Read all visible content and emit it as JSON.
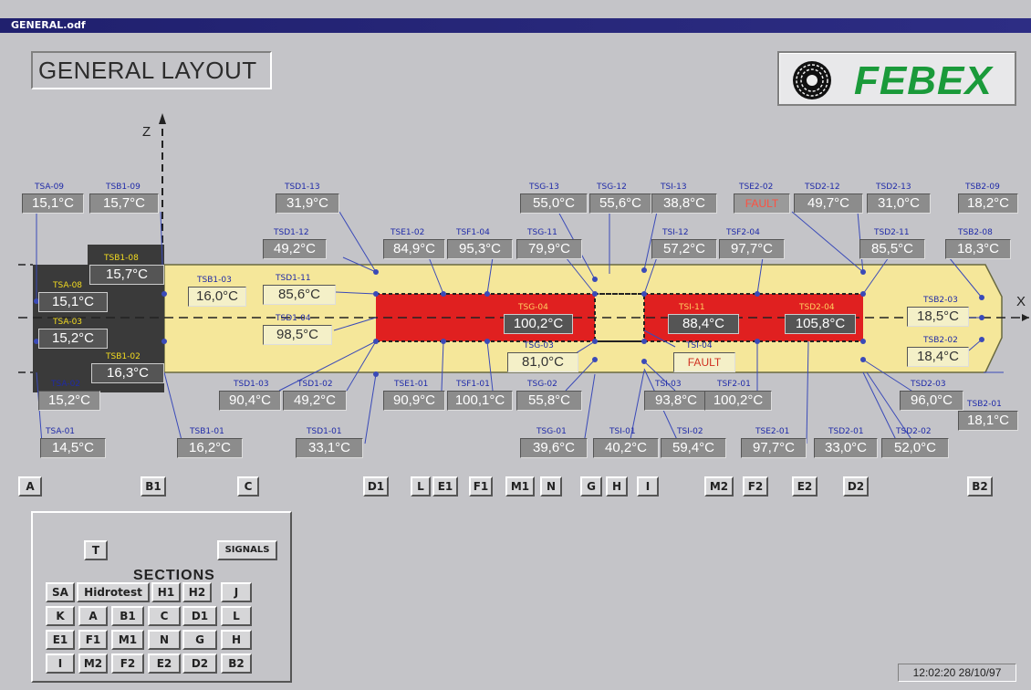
{
  "window": {
    "title": "GENERAL.odf"
  },
  "layout_title": "GENERAL LAYOUT",
  "logo_text": "FEBEX",
  "axes": {
    "z": "Z",
    "x": "X"
  },
  "sensors": [
    {
      "id": "tsa09",
      "label": "TSA-09",
      "value": "15,1°C"
    },
    {
      "id": "tsb109",
      "label": "TSB1-09",
      "value": "15,7°C"
    },
    {
      "id": "tsd113",
      "label": "TSD1-13",
      "value": "31,9°C"
    },
    {
      "id": "tsg13",
      "label": "TSG-13",
      "value": "55,0°C"
    },
    {
      "id": "tsg12",
      "label": "TSG-12",
      "value": "55,6°C"
    },
    {
      "id": "tsi13",
      "label": "TSI-13",
      "value": "38,8°C"
    },
    {
      "id": "tse202",
      "label": "TSE2-02",
      "value": "FAULT"
    },
    {
      "id": "tsd212",
      "label": "TSD2-12",
      "value": "49,7°C"
    },
    {
      "id": "tsd213",
      "label": "TSD2-13",
      "value": "31,0°C"
    },
    {
      "id": "tsb209",
      "label": "TSB2-09",
      "value": "18,2°C"
    },
    {
      "id": "tsd112",
      "label": "TSD1-12",
      "value": "49,2°C"
    },
    {
      "id": "tse102",
      "label": "TSE1-02",
      "value": "84,9°C"
    },
    {
      "id": "tsf104",
      "label": "TSF1-04",
      "value": "95,3°C"
    },
    {
      "id": "tsg11",
      "label": "TSG-11",
      "value": "79,9°C"
    },
    {
      "id": "tsi12",
      "label": "TSI-12",
      "value": "57,2°C"
    },
    {
      "id": "tsf204",
      "label": "TSF2-04",
      "value": "97,7°C"
    },
    {
      "id": "tsd211",
      "label": "TSD2-11",
      "value": "85,5°C"
    },
    {
      "id": "tsb208",
      "label": "TSB2-08",
      "value": "18,3°C"
    },
    {
      "id": "tsb108",
      "label": "TSB1-08",
      "value": "15,7°C"
    },
    {
      "id": "tsa08",
      "label": "TSA-08",
      "value": "15,1°C"
    },
    {
      "id": "tsb103",
      "label": "TSB1-03",
      "value": "16,0°C"
    },
    {
      "id": "tsd111",
      "label": "TSD1-11",
      "value": "85,6°C"
    },
    {
      "id": "tsa03",
      "label": "TSA-03",
      "value": "15,2°C"
    },
    {
      "id": "tsd104",
      "label": "TSD1-04",
      "value": "98,5°C"
    },
    {
      "id": "tsg04",
      "label": "TSG-04",
      "value": "100,2°C"
    },
    {
      "id": "tsi11",
      "label": "TSI-11",
      "value": "88,4°C"
    },
    {
      "id": "tsd204",
      "label": "TSD2-04",
      "value": "105,8°C"
    },
    {
      "id": "tsb203",
      "label": "TSB2-03",
      "value": "18,5°C"
    },
    {
      "id": "tsb102",
      "label": "TSB1-02",
      "value": "16,3°C"
    },
    {
      "id": "tsg03",
      "label": "TSG-03",
      "value": "81,0°C"
    },
    {
      "id": "tsi04",
      "label": "TSI-04",
      "value": "FAULT"
    },
    {
      "id": "tsb202",
      "label": "TSB2-02",
      "value": "18,4°C"
    },
    {
      "id": "tsa02",
      "label": "TSA-02",
      "value": "15,2°C"
    },
    {
      "id": "tsd103",
      "label": "TSD1-03",
      "value": "90,4°C"
    },
    {
      "id": "tsd102",
      "label": "TSD1-02",
      "value": "49,2°C"
    },
    {
      "id": "tse101",
      "label": "TSE1-01",
      "value": "90,9°C"
    },
    {
      "id": "tsf101",
      "label": "TSF1-01",
      "value": "100,1°C"
    },
    {
      "id": "tsg02",
      "label": "TSG-02",
      "value": "55,8°C"
    },
    {
      "id": "tsi03",
      "label": "TSI-03",
      "value": "93,8°C"
    },
    {
      "id": "tsf201",
      "label": "TSF2-01",
      "value": "100,2°C"
    },
    {
      "id": "tsd203",
      "label": "TSD2-03",
      "value": "96,0°C"
    },
    {
      "id": "tsb201",
      "label": "TSB2-01",
      "value": "18,1°C"
    },
    {
      "id": "tsa01",
      "label": "TSA-01",
      "value": "14,5°C"
    },
    {
      "id": "tsb101",
      "label": "TSB1-01",
      "value": "16,2°C"
    },
    {
      "id": "tsd101",
      "label": "TSD1-01",
      "value": "33,1°C"
    },
    {
      "id": "tsg01",
      "label": "TSG-01",
      "value": "39,6°C"
    },
    {
      "id": "tsi01",
      "label": "TSI-01",
      "value": "40,2°C"
    },
    {
      "id": "tsi02",
      "label": "TSI-02",
      "value": "59,4°C"
    },
    {
      "id": "tse201",
      "label": "TSE2-01",
      "value": "97,7°C"
    },
    {
      "id": "tsd201",
      "label": "TSD2-01",
      "value": "33,0°C"
    },
    {
      "id": "tsd202",
      "label": "TSD2-02",
      "value": "52,0°C"
    }
  ],
  "section_buttons": [
    "A",
    "B1",
    "C",
    "D1",
    "L",
    "E1",
    "F1",
    "M1",
    "N",
    "G",
    "H",
    "I",
    "M2",
    "F2",
    "E2",
    "D2",
    "B2"
  ],
  "panel": {
    "t_button": "T",
    "signals_button": "SIGNALS",
    "heading": "SECTIONS",
    "rows": [
      [
        "SA",
        "Hidrotest",
        "H1",
        "H2",
        "J"
      ],
      [
        "K",
        "A",
        "B1",
        "C",
        "D1",
        "L"
      ],
      [
        "E1",
        "F1",
        "M1",
        "N",
        "G",
        "H"
      ],
      [
        "I",
        "M2",
        "F2",
        "E2",
        "D2",
        "B2"
      ]
    ]
  },
  "clock": "12:02:20  28/10/97",
  "colors": {
    "heater": "#e02020",
    "gallery": "#f5e79a",
    "plug": "#3a3a3a"
  }
}
